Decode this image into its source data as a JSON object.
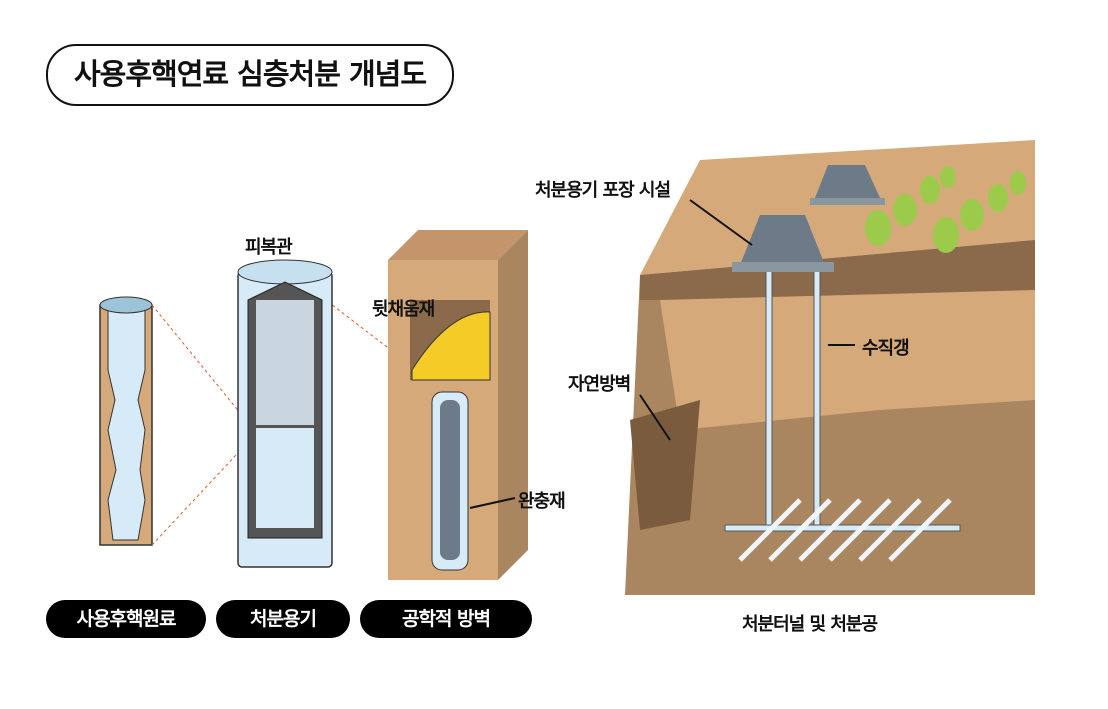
{
  "title": "사용후핵연료 심층처분 개념도",
  "labels": {
    "cladding": "피복관",
    "backfill": "뒷채움재",
    "buffer": "완충재",
    "packaging_facility": "처분용기 포장 시설",
    "vertical_shaft": "수직갱",
    "natural_barrier": "자연방벽",
    "tunnel_caption": "처분터널 및 처분공"
  },
  "pills": [
    "사용후핵원료",
    "처분용기",
    "공학적 방벽"
  ],
  "colors": {
    "soil": "#d5a97a",
    "rock": "#a9865f",
    "dark_rock": "#8a6a4a",
    "ice": "#d6ebf7",
    "steel": "#6d7b88",
    "backfill": "#f5cb27",
    "tree": "#9ccb4b",
    "redline": "#e0592a"
  }
}
